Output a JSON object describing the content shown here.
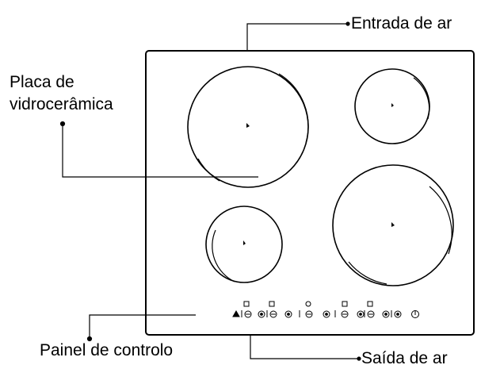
{
  "labels": {
    "air_inlet": "Entrada de ar",
    "glass_plate_line1": "Placa de",
    "glass_plate_line2": "vidrocerâmica",
    "control_panel": "Painel de controlo",
    "air_outlet": "Saída de ar"
  },
  "colors": {
    "line": "#000000",
    "background": "#ffffff"
  },
  "hob": {
    "cooking_zones": 4,
    "control_icons": [
      "lock-icon",
      "minus-icon",
      "plus-icon",
      "minus-icon",
      "plus-icon",
      "minus-icon",
      "plus-icon",
      "minus-icon",
      "plus-icon",
      "minus-icon",
      "plus-icon",
      "power-icon"
    ]
  }
}
